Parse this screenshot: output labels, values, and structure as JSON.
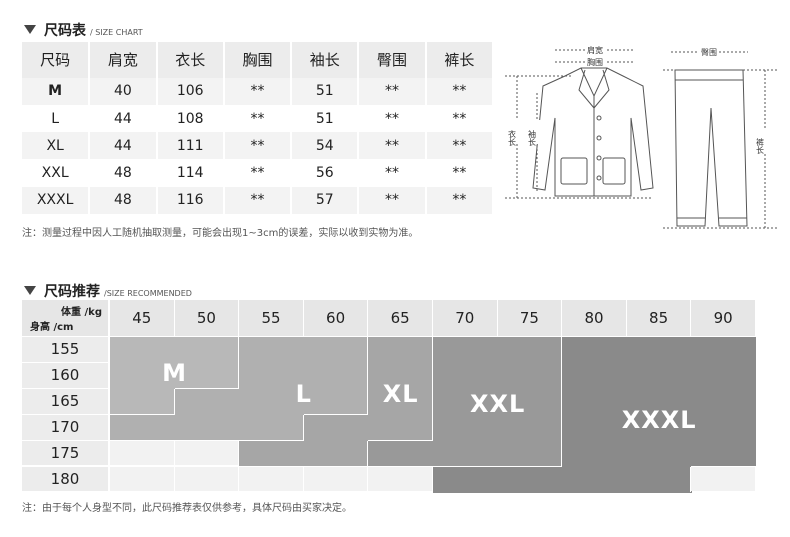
{
  "size_chart": {
    "title": "尺码表",
    "subtitle": "/ SIZE CHART",
    "headers": [
      "尺码",
      "肩宽",
      "衣长",
      "胸围",
      "袖长",
      "臀围",
      "裤长"
    ],
    "rows": [
      [
        "M",
        "40",
        "106",
        "**",
        "51",
        "**",
        "**"
      ],
      [
        "L",
        "44",
        "108",
        "**",
        "51",
        "**",
        "**"
      ],
      [
        "XL",
        "44",
        "111",
        "**",
        "54",
        "**",
        "**"
      ],
      [
        "XXL",
        "48",
        "114",
        "**",
        "56",
        "**",
        "**"
      ],
      [
        "XXXL",
        "48",
        "116",
        "**",
        "57",
        "**",
        "**"
      ]
    ],
    "note": "注：测量过程中因人工随机抽取测量，可能会出现1~3cm的误差，实际以收到实物为准。"
  },
  "diagram": {
    "shoulder": "肩宽",
    "chest": "胸围",
    "hip": "臀围",
    "length_top": "衣长",
    "sleeve": "袖长",
    "pants_length": "裤长"
  },
  "recommend": {
    "title": "尺码推荐",
    "subtitle": "/SIZE RECOMMENDED",
    "weight_label": "体重 /kg",
    "height_label": "身高 /cm",
    "weights": [
      "45",
      "50",
      "55",
      "60",
      "65",
      "70",
      "75",
      "80",
      "85",
      "90"
    ],
    "heights": [
      "155",
      "160",
      "165",
      "170",
      "175",
      "180"
    ],
    "sizes": [
      "M",
      "L",
      "XL",
      "XXL",
      "XXXL"
    ],
    "colors": {
      "M": "#b8b8b8",
      "L": "#b0b0b0",
      "XL": "#a6a6a6",
      "XXL": "#999999",
      "XXXL": "#8a8a8a",
      "empty": "#f2f2f2"
    },
    "note": "注：由于每个人身型不同，此尺码推荐表仅供参考，具体尺码由买家决定。"
  }
}
